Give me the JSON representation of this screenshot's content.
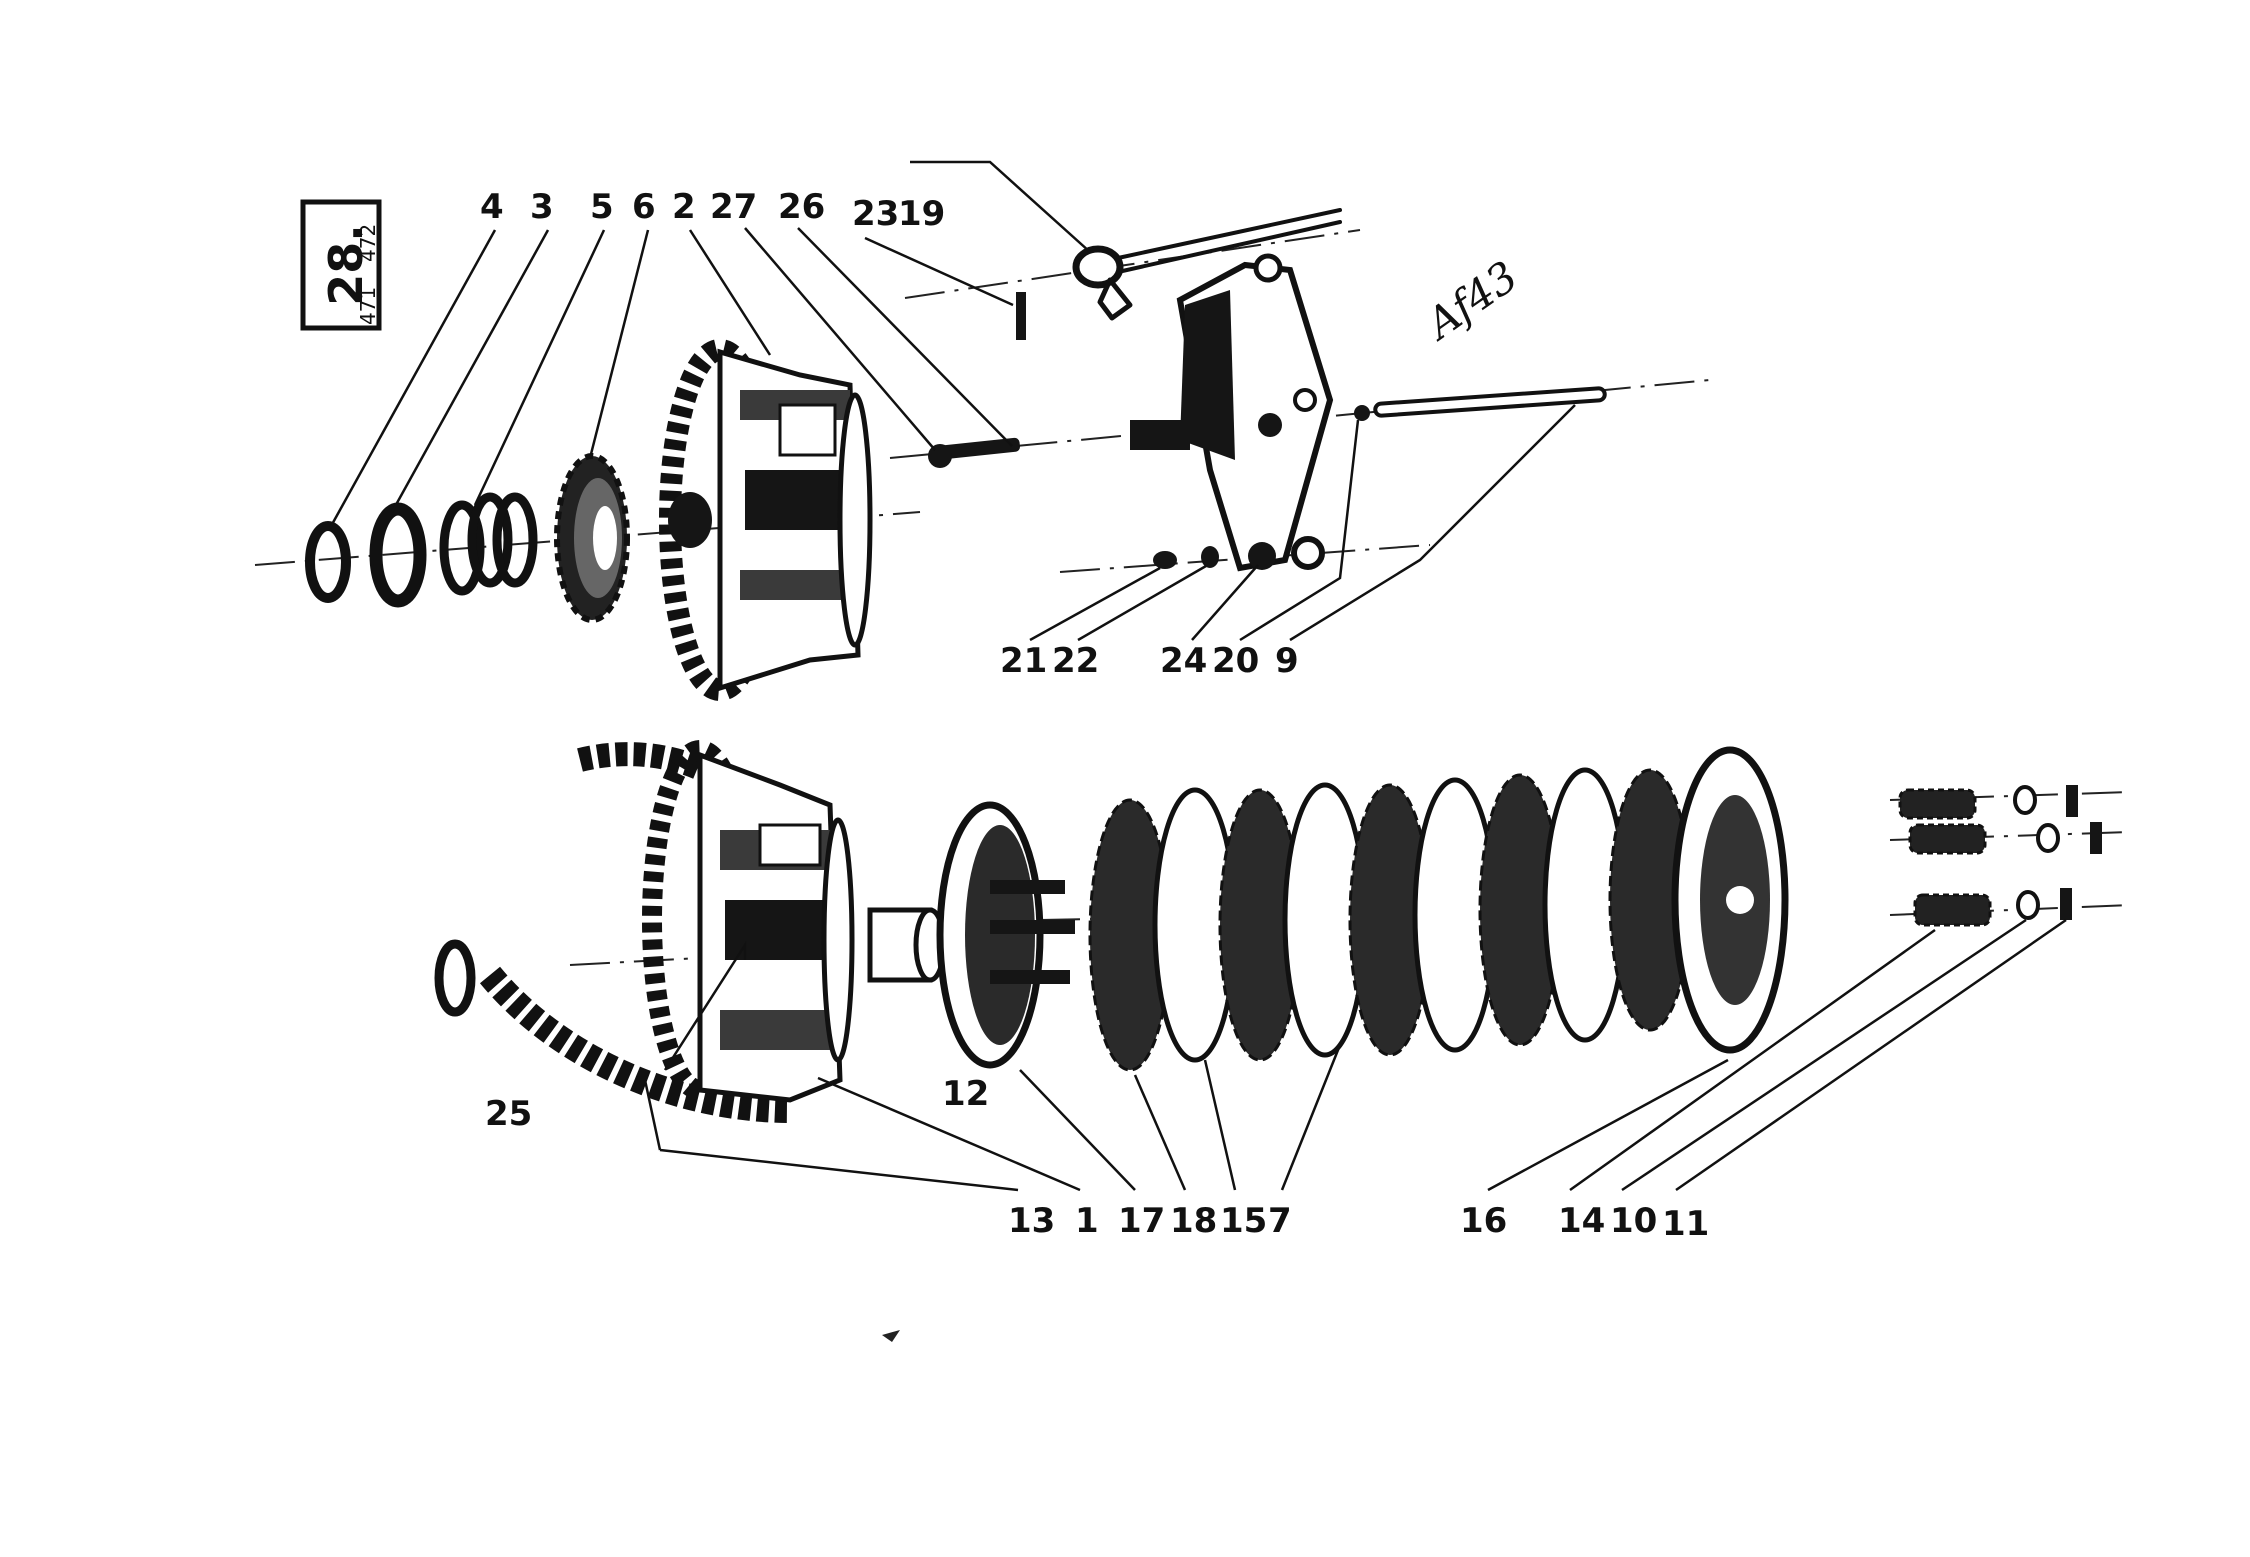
{
  "plate": {
    "number": "28.",
    "subnumbers": [
      "471",
      "472"
    ],
    "signature": "Af43"
  },
  "labels": {
    "upper": [
      "4",
      "3",
      "5",
      "6",
      "2",
      "27",
      "26",
      "23",
      "19",
      "21",
      "22",
      "24",
      "20",
      "9"
    ],
    "lower": [
      "25",
      "12",
      "13",
      "1",
      "17",
      "18",
      "15",
      "7",
      "16",
      "14",
      "10",
      "11"
    ]
  }
}
